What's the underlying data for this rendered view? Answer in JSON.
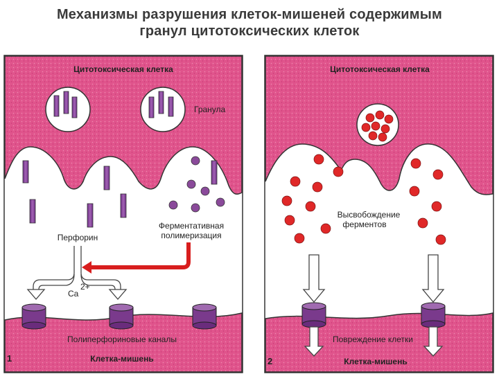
{
  "title": {
    "line1": "Механизмы разрушения клеток-мишеней содержимым",
    "line2": "гранул цитотоксических клеток"
  },
  "colors": {
    "cell_pink": "#e0548c",
    "granule_purple": "#8a4a9a",
    "enzyme_red": "#e02828",
    "arrow_red": "#d81e1e",
    "background": "#ffffff"
  },
  "panel1": {
    "number": "1",
    "top_cell_label": "Цитотоксическая клетка",
    "granule_label": "Гранула",
    "enzyme_polymerization": [
      "Ферментативная",
      "полимеризация"
    ],
    "perforin_label": "Перфорин",
    "calcium_label": "Ca",
    "calcium_charge": "2+",
    "channels_label": "Полиперфориновые каналы",
    "bottom_cell_label": "Клетка-мишень"
  },
  "panel2": {
    "number": "2",
    "top_cell_label": "Цитотоксическая клетка",
    "enzyme_release": [
      "Высвобождение",
      "ферментов"
    ],
    "damage_label": "Повреждение клетки",
    "bottom_cell_label": "Клетка-мишень"
  }
}
